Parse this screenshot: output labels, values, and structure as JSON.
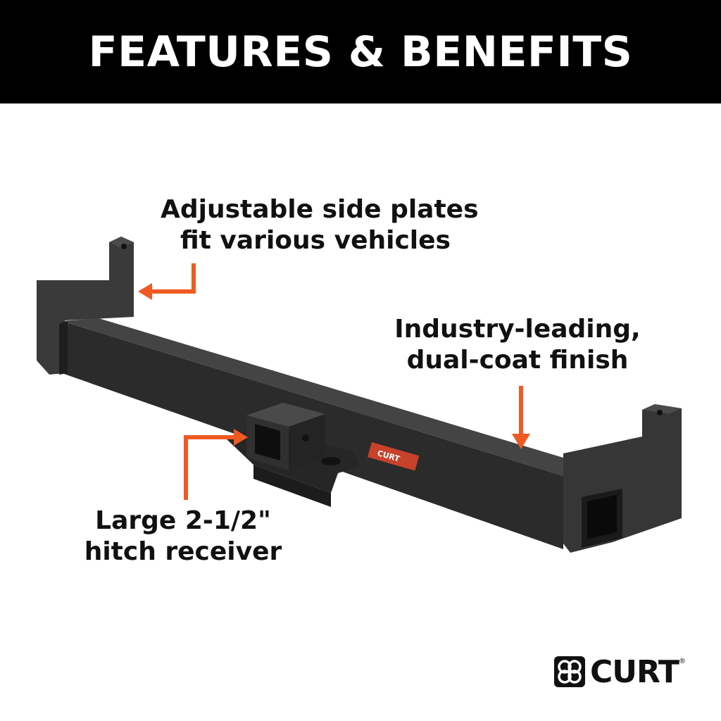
{
  "header": {
    "title": "FEATURES & BENEFITS"
  },
  "callouts": {
    "side_plates": [
      "Adjustable side plates",
      "fit various vehicles"
    ],
    "finish": [
      "Industry-leading,",
      "dual-coat finish"
    ],
    "receiver": [
      "Large 2-1/2\"",
      "hitch receiver"
    ]
  },
  "label": {
    "brand": "CURT"
  },
  "brand": {
    "name": "CURT",
    "registered": "®"
  },
  "colors": {
    "header_bg": "#000000",
    "header_text": "#ffffff",
    "arrow": "#f05a22",
    "metal": "#2b2b2b"
  },
  "icons": {
    "logo": "curt-knot-icon"
  }
}
